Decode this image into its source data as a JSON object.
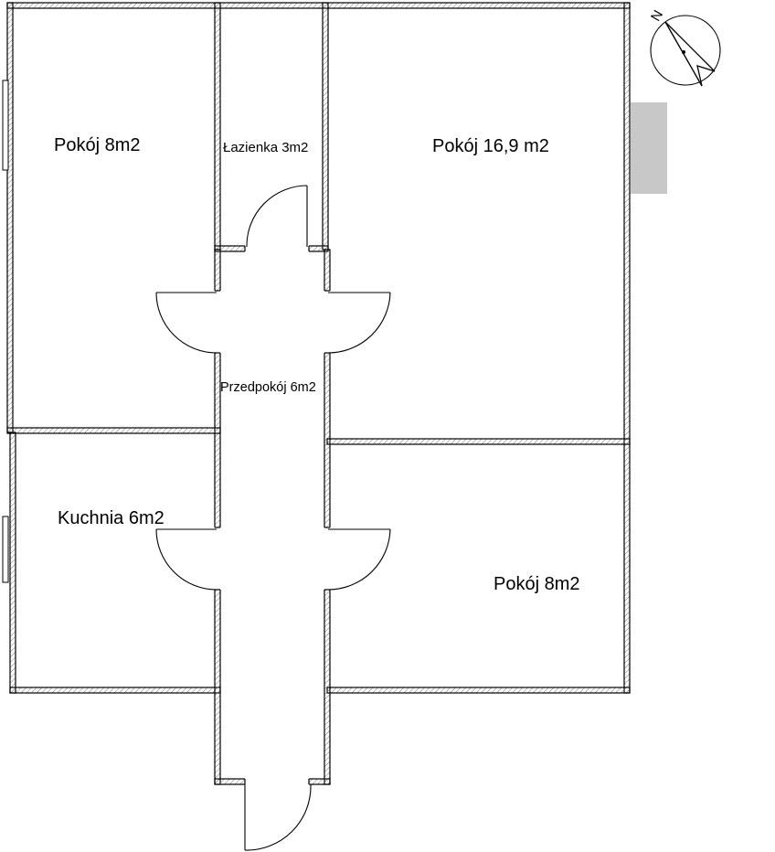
{
  "rooms": [
    {
      "id": "pokoj-1",
      "label": "Pokój 8m2"
    },
    {
      "id": "lazienka",
      "label": "Łazienka 3m2"
    },
    {
      "id": "pokoj-2",
      "label": "Pokój 16,9 m2"
    },
    {
      "id": "przedpokoj",
      "label": "Przedpokój 6m2"
    },
    {
      "id": "kuchnia",
      "label": "Kuchnia 6m2"
    },
    {
      "id": "pokoj-3",
      "label": "Pokój 8m2"
    }
  ],
  "compass": {
    "north_label": "N"
  }
}
